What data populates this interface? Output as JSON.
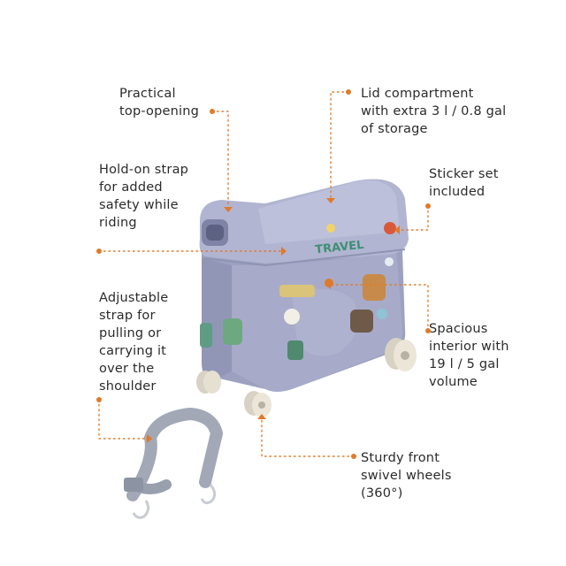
{
  "callouts": {
    "top_opening": "Practical\ntop-opening",
    "lid_compartment": "Lid compartment\nwith extra 3 l / 0.8 gal\nof storage",
    "hold_on_strap": "Hold-on strap\nfor added\nsafety while\nriding",
    "sticker_set": "Sticker set\nincluded",
    "adjustable_strap": "Adjustable\nstrap for\npulling or\ncarrying it\nover the\nshoulder",
    "spacious_interior": "Spacious\ninterior with\n19 l / 5 gal\nvolume",
    "front_wheels": "Sturdy front\nswivel wheels\n(360°)"
  },
  "sticker_text": "TRAVEL",
  "colors": {
    "suitcase_body": "#a7abc9",
    "suitcase_shade": "#8f94b4",
    "wheel": "#e6e0d2",
    "strap": "#a2a8b6",
    "leader_line": "#e07a2a",
    "text": "#2b2b2b"
  }
}
